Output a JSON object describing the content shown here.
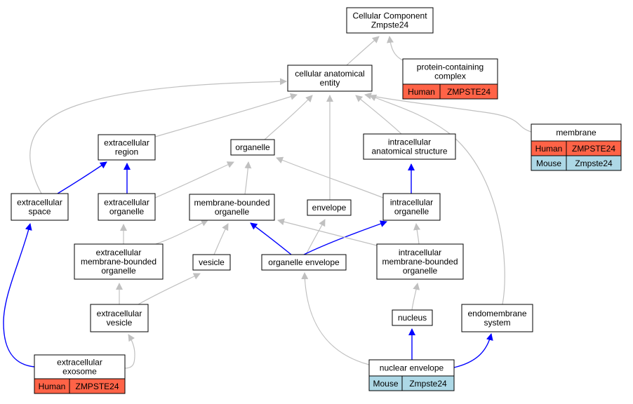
{
  "colors": {
    "edge_gray": "#c0c0c0",
    "edge_blue": "#0000ff",
    "human_fill": "#ff6347",
    "mouse_fill": "#add8e6",
    "node_border": "#000000",
    "node_fill": "#ffffff"
  },
  "nodes": {
    "root": {
      "lines": [
        "Cellular Component",
        "Zmpste24"
      ]
    },
    "cae": {
      "lines": [
        "cellular anatomical",
        "entity"
      ]
    },
    "pcc": {
      "lines": [
        "protein-containing",
        "complex"
      ],
      "tags": [
        {
          "species": "Human",
          "gene": "ZMPSTE24"
        }
      ]
    },
    "membrane": {
      "lines": [
        "membrane"
      ],
      "tags": [
        {
          "species": "Human",
          "gene": "ZMPSTE24"
        },
        {
          "species": "Mouse",
          "gene": "Zmpste24"
        }
      ]
    },
    "ecr": {
      "lines": [
        "extracellular",
        "region"
      ]
    },
    "organelle": {
      "lines": [
        "organelle"
      ]
    },
    "ias": {
      "lines": [
        "intracellular",
        "anatomical structure"
      ]
    },
    "ecs": {
      "lines": [
        "extracellular",
        "space"
      ]
    },
    "eco": {
      "lines": [
        "extracellular",
        "organelle"
      ]
    },
    "mbo": {
      "lines": [
        "membrane-bounded",
        "organelle"
      ]
    },
    "envelope": {
      "lines": [
        "envelope"
      ]
    },
    "ico": {
      "lines": [
        "intracellular",
        "organelle"
      ]
    },
    "embo": {
      "lines": [
        "extracellular",
        "membrane-bounded",
        "organelle"
      ]
    },
    "vesicle": {
      "lines": [
        "vesicle"
      ]
    },
    "oenv": {
      "lines": [
        "organelle envelope"
      ]
    },
    "imbo": {
      "lines": [
        "intracellular",
        "membrane-bounded",
        "organelle"
      ]
    },
    "ecv": {
      "lines": [
        "extracellular",
        "vesicle"
      ]
    },
    "nucleus": {
      "lines": [
        "nucleus"
      ]
    },
    "ems": {
      "lines": [
        "endomembrane",
        "system"
      ]
    },
    "exosome": {
      "lines": [
        "extracellular",
        "exosome"
      ],
      "tags": [
        {
          "species": "Human",
          "gene": "ZMPSTE24"
        }
      ]
    },
    "nenv": {
      "lines": [
        "nuclear envelope"
      ],
      "tags": [
        {
          "species": "Mouse",
          "gene": "Zmpste24"
        }
      ]
    }
  },
  "edges": [
    {
      "from": "cae",
      "to": "root",
      "kind": "is_a"
    },
    {
      "from": "pcc",
      "to": "root",
      "kind": "is_a"
    },
    {
      "from": "ecr",
      "to": "cae",
      "kind": "is_a"
    },
    {
      "from": "organelle",
      "to": "cae",
      "kind": "is_a"
    },
    {
      "from": "envelope",
      "to": "cae",
      "kind": "is_a"
    },
    {
      "from": "ias",
      "to": "cae",
      "kind": "is_a"
    },
    {
      "from": "membrane",
      "to": "cae",
      "kind": "is_a"
    },
    {
      "from": "ecs",
      "to": "cae",
      "kind": "is_a"
    },
    {
      "from": "ems",
      "to": "cae",
      "kind": "is_a"
    },
    {
      "from": "ecs",
      "to": "ecr",
      "kind": "part_of"
    },
    {
      "from": "eco",
      "to": "ecr",
      "kind": "part_of"
    },
    {
      "from": "eco",
      "to": "organelle",
      "kind": "is_a"
    },
    {
      "from": "mbo",
      "to": "organelle",
      "kind": "is_a"
    },
    {
      "from": "ico",
      "to": "organelle",
      "kind": "is_a"
    },
    {
      "from": "ico",
      "to": "ias",
      "kind": "part_of"
    },
    {
      "from": "embo",
      "to": "eco",
      "kind": "is_a"
    },
    {
      "from": "embo",
      "to": "mbo",
      "kind": "is_a"
    },
    {
      "from": "vesicle",
      "to": "mbo",
      "kind": "is_a"
    },
    {
      "from": "oenv",
      "to": "mbo",
      "kind": "part_of"
    },
    {
      "from": "oenv",
      "to": "envelope",
      "kind": "is_a"
    },
    {
      "from": "oenv",
      "to": "ico",
      "kind": "part_of"
    },
    {
      "from": "imbo",
      "to": "mbo",
      "kind": "is_a"
    },
    {
      "from": "imbo",
      "to": "ico",
      "kind": "is_a"
    },
    {
      "from": "ecv",
      "to": "embo",
      "kind": "is_a"
    },
    {
      "from": "ecv",
      "to": "vesicle",
      "kind": "is_a"
    },
    {
      "from": "nucleus",
      "to": "imbo",
      "kind": "is_a"
    },
    {
      "from": "exosome",
      "to": "ecv",
      "kind": "is_a"
    },
    {
      "from": "exosome",
      "to": "ecs",
      "kind": "part_of"
    },
    {
      "from": "nenv",
      "to": "oenv",
      "kind": "is_a"
    },
    {
      "from": "nenv",
      "to": "nucleus",
      "kind": "part_of"
    },
    {
      "from": "nenv",
      "to": "ems",
      "kind": "part_of"
    }
  ]
}
